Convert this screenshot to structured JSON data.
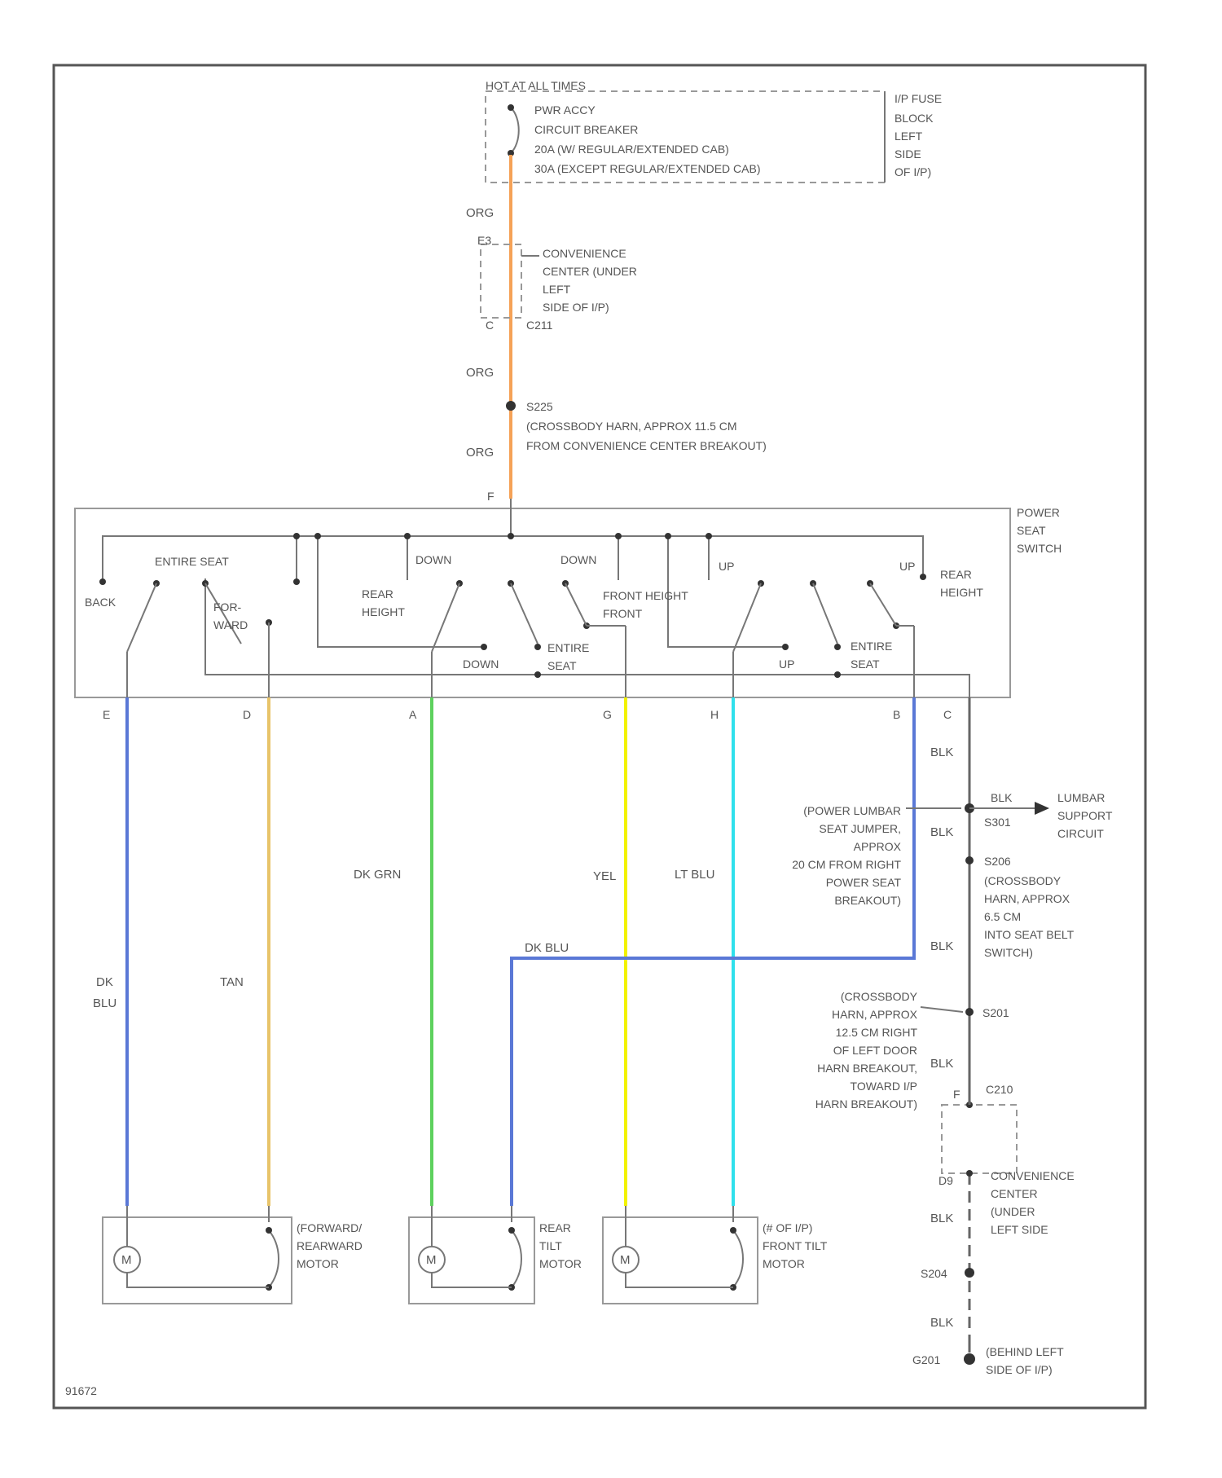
{
  "colors": {
    "org": "#f5a257",
    "dk_blu": "#5a78d6",
    "tan": "#e8c46a",
    "dk_grn": "#5ed15e",
    "yel": "#f2f200",
    "lt_blu": "#2fe0ec",
    "blk": "#666666"
  },
  "supply": {
    "hot": "HOT AT ALL TIMES",
    "breaker_lines": [
      "PWR ACCY",
      "CIRCUIT BREAKER",
      "20A    (W/ REGULAR/EXTENDED CAB)",
      "30A    (EXCEPT REGULAR/EXTENDED CAB)"
    ],
    "fuse_block": [
      "I/P FUSE",
      "BLOCK",
      "LEFT",
      "SIDE",
      "OF I/P)"
    ]
  },
  "wire_colors": {
    "org": "ORG",
    "blk": "BLK",
    "dk_blu_vertical": "DK\nBLU",
    "tan": "TAN",
    "dk_grn": "DK GRN",
    "yel": "YEL",
    "lt_blu": "LT BLU",
    "dk_blu_jumper": "DK BLU"
  },
  "convenience_center": {
    "top_pin": "E3",
    "bottom_pin": "C",
    "connector": "C211",
    "label": [
      "CONVENIENCE",
      "CENTER (UNDER",
      "LEFT",
      "SIDE OF I/P)"
    ]
  },
  "splice_top": {
    "id": "S225",
    "desc": [
      "(CROSSBODY HARN, APPROX 11.5 CM",
      "FROM CONVENIENCE CENTER BREAKOUT)"
    ]
  },
  "switch": {
    "input_pin": "F",
    "title": [
      "POWER",
      "SEAT",
      "SWITCH"
    ],
    "labels": {
      "back": "BACK",
      "entire_seat_top": "ENTIRE SEAT",
      "forward": [
        "FOR-",
        "WARD"
      ],
      "down_1": "DOWN",
      "rear_height": [
        "REAR",
        "HEIGHT"
      ],
      "down_2": "DOWN",
      "front_height": [
        "FRONT HEIGHT",
        "FRONT"
      ],
      "up_1": "UP",
      "up_2": "UP",
      "rear_height_right": [
        "REAR",
        "HEIGHT"
      ],
      "down_3": "DOWN",
      "entire_seat_mid": [
        "ENTIRE",
        "SEAT"
      ],
      "up_3": "UP",
      "entire_seat_right": [
        "ENTIRE",
        "SEAT"
      ]
    },
    "pins": [
      "E",
      "D",
      "A",
      "G",
      "H",
      "B",
      "C"
    ]
  },
  "ground_side": {
    "splice_s301": "S301",
    "blk_to_lumbar": "BLK",
    "lumbar_circuit": [
      "LUMBAR",
      "SUPPORT",
      "CIRCUIT"
    ],
    "jumper_desc": [
      "(POWER LUMBAR",
      "SEAT JUMPER,",
      "APPROX",
      "20 CM FROM RIGHT",
      "POWER SEAT",
      "BREAKOUT)"
    ],
    "splice_s206": "S206",
    "s206_desc": [
      "(CROSSBODY",
      "HARN, APPROX",
      "6.5 CM",
      "INTO SEAT BELT",
      "SWITCH)"
    ],
    "splice_s201": "S201",
    "s201_desc": [
      "(CROSSBODY",
      "HARN, APPROX",
      "12.5 CM RIGHT",
      "OF LEFT DOOR",
      "HARN BREAKOUT,",
      "TOWARD I/P",
      "HARN BREAKOUT)"
    ],
    "connector_c210": "C210",
    "c210_top_pin": "F",
    "c210_bottom_pin": "D9",
    "convenience_label": [
      "CONVENIENCE",
      "CENTER",
      "(UNDER",
      "LEFT SIDE"
    ],
    "splice_s204": "S204",
    "ground_g201": "G201",
    "ground_desc": [
      "(BEHIND LEFT",
      "SIDE OF I/P)"
    ]
  },
  "motors": {
    "m_letter": "M",
    "forward": [
      "(FORWARD/",
      "REARWARD",
      "MOTOR"
    ],
    "rear_tilt": [
      "REAR",
      "TILT",
      "MOTOR"
    ],
    "front_tilt": [
      "(# OF I/P)",
      "FRONT TILT",
      "MOTOR"
    ]
  },
  "figure_id": "91672"
}
